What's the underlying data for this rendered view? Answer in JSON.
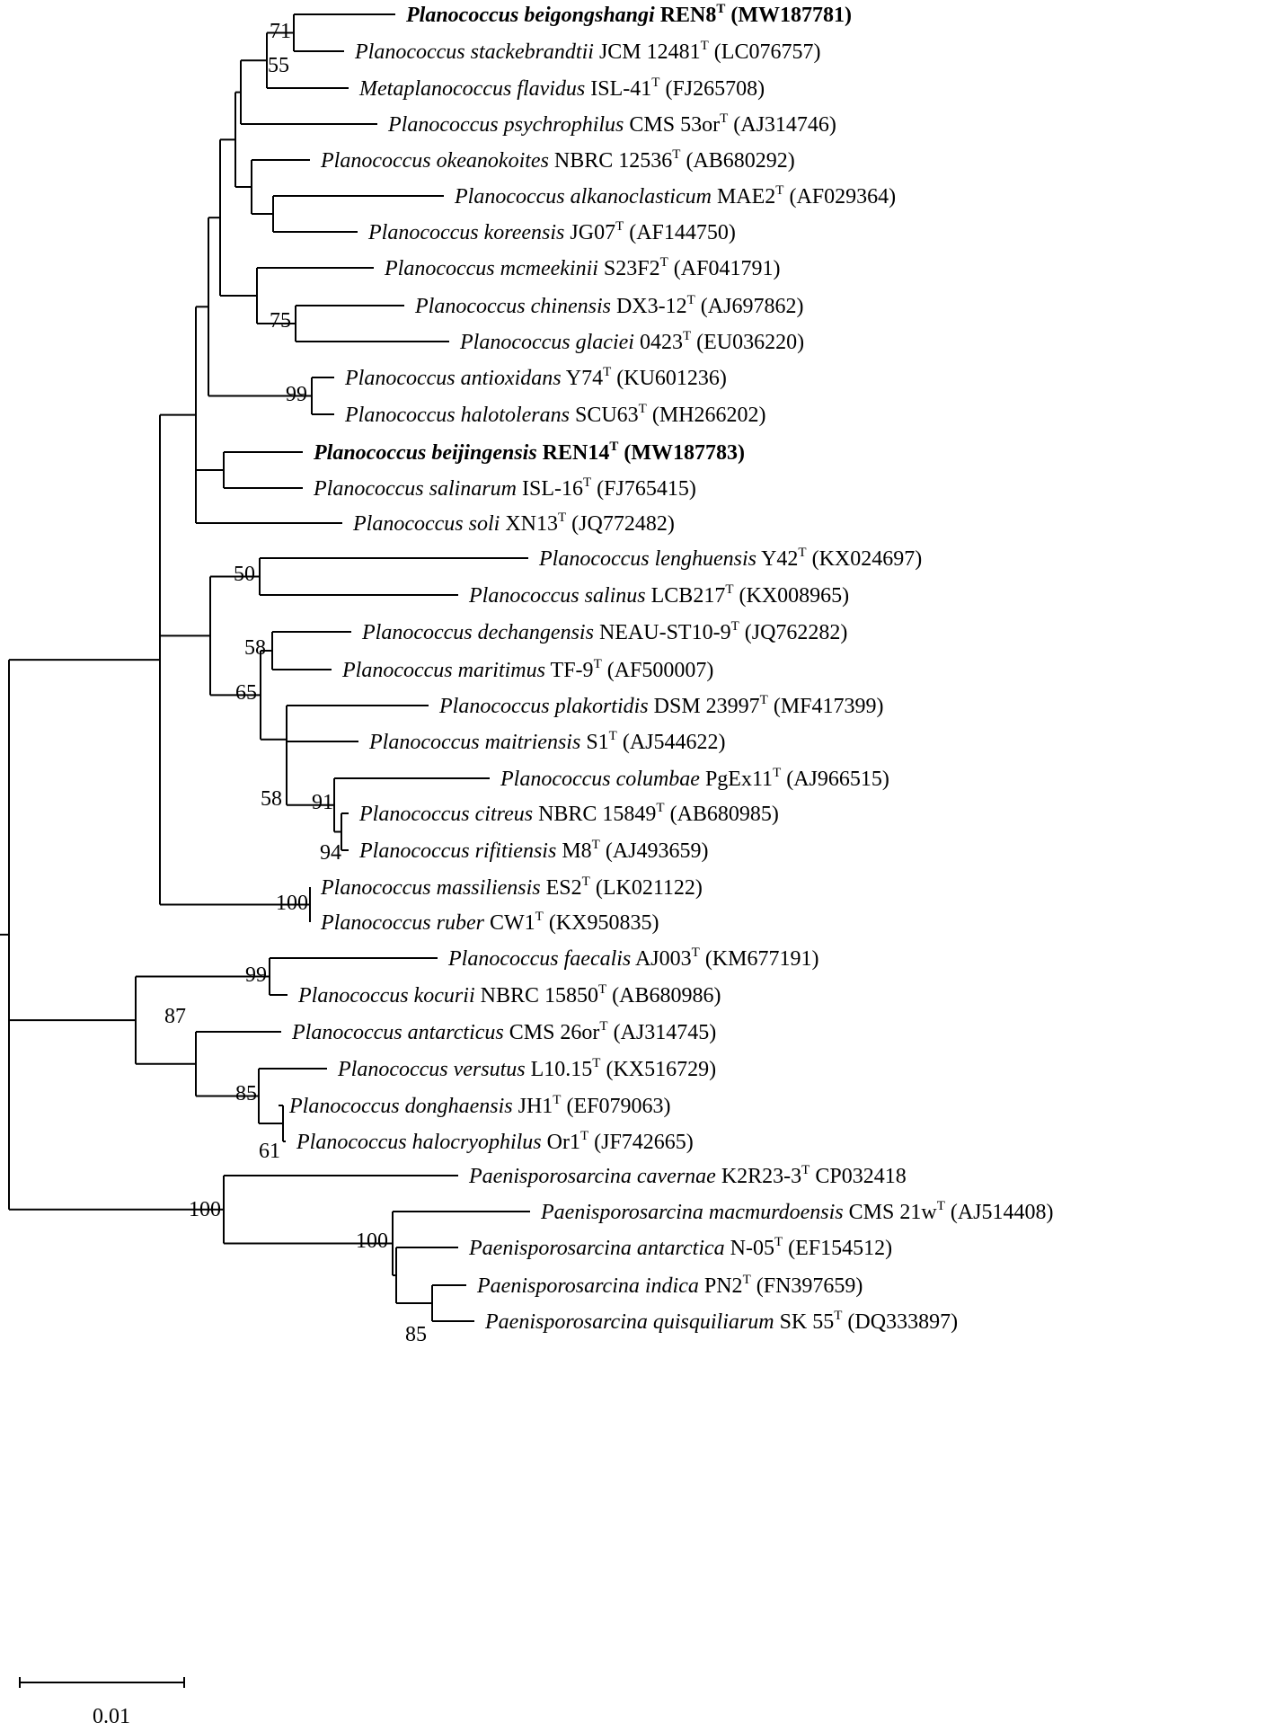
{
  "tree": {
    "name": "root",
    "children": [
      {
        "name": "planococcus-group",
        "children": [
          {
            "name": "clade-a",
            "children": [
              {
                "name": "clade-a1",
                "children": [
                  {
                    "name": "clade-a1a",
                    "children": [
                      {
                        "name": "clade-a1a1",
                        "children": [
                          {
                            "name": "clade-a1a1a",
                            "children": [
                              {
                                "name": "clade-a1a1a1",
                                "support": "55",
                                "children": [
                                  {
                                    "name": "clade-71",
                                    "support": "71",
                                    "children": [
                                      {
                                        "name": "leaf-beigongshangi",
                                        "species": "Planococcus beigongshangi",
                                        "strain": "REN8",
                                        "sup": "T",
                                        "acc": "(MW187781)",
                                        "bold": true
                                      },
                                      {
                                        "name": "leaf-stackebrandtii",
                                        "species": "Planococcus stackebrandtii",
                                        "strain": "JCM 12481",
                                        "sup": "T",
                                        "acc": "(LC076757)"
                                      }
                                    ]
                                  },
                                  {
                                    "name": "leaf-flavidus",
                                    "species": "Metaplanococcus flavidus",
                                    "strain": "ISL-41",
                                    "sup": "T",
                                    "acc": "(FJ265708)"
                                  }
                                ]
                              },
                              {
                                "name": "leaf-psychrophilus",
                                "species": "Planococcus psychrophilus",
                                "strain": "CMS 53or",
                                "sup": "T",
                                "acc": "(AJ314746)"
                              }
                            ]
                          },
                          {
                            "name": "clade-a1a1b",
                            "children": [
                              {
                                "name": "leaf-okeanokoites",
                                "species": "Planococcus okeanokoites",
                                "strain": "NBRC 12536",
                                "sup": "T",
                                "acc": "(AB680292)"
                              },
                              {
                                "name": "clade-a1a1b1",
                                "children": [
                                  {
                                    "name": "leaf-alkanoclasticum",
                                    "species": "Planococcus alkanoclasticum",
                                    "strain": "MAE2",
                                    "sup": "T",
                                    "acc": "(AF029364)"
                                  },
                                  {
                                    "name": "leaf-koreensis",
                                    "species": "Planococcus koreensis",
                                    "strain": "JG07",
                                    "sup": "T",
                                    "acc": "(AF144750)"
                                  }
                                ]
                              }
                            ]
                          }
                        ]
                      },
                      {
                        "name": "clade-a1a2",
                        "children": [
                          {
                            "name": "leaf-mcmeekinii",
                            "species": "Planococcus mcmeekinii",
                            "strain": "S23F2",
                            "sup": "T",
                            "acc": "(AF041791)"
                          },
                          {
                            "name": "clade-75",
                            "support": "75",
                            "children": [
                              {
                                "name": "leaf-chinensis",
                                "species": "Planococcus chinensis",
                                "strain": "DX3-12",
                                "sup": "T",
                                "acc": "(AJ697862)"
                              },
                              {
                                "name": "leaf-glaciei",
                                "species": "Planococcus glaciei",
                                "strain": "0423",
                                "sup": "T",
                                "acc": "(EU036220)"
                              }
                            ]
                          }
                        ]
                      }
                    ]
                  },
                  {
                    "name": "clade-99a",
                    "support": "99",
                    "children": [
                      {
                        "name": "leaf-antioxidans",
                        "species": "Planococcus antioxidans",
                        "strain": "Y74",
                        "sup": "T",
                        "acc": "(KU601236)"
                      },
                      {
                        "name": "leaf-halotolerans",
                        "species": "Planococcus halotolerans",
                        "strain": "SCU63",
                        "sup": "T",
                        "acc": "(MH266202)"
                      }
                    ]
                  }
                ]
              },
              {
                "name": "clade-a2",
                "children": [
                  {
                    "name": "leaf-beijingensis",
                    "species": "Planococcus beijingensis",
                    "strain": "REN14",
                    "sup": "T",
                    "acc": "(MW187783)",
                    "bold": true
                  },
                  {
                    "name": "leaf-salinarum",
                    "species": "Planococcus salinarum",
                    "strain": "ISL-16",
                    "sup": "T",
                    "acc": "(FJ765415)"
                  }
                ]
              },
              {
                "name": "leaf-soli",
                "species": "Planococcus soli",
                "strain": "XN13",
                "sup": "T",
                "acc": "(JQ772482)"
              }
            ]
          },
          {
            "name": "clade-b",
            "children": [
              {
                "name": "clade-50",
                "support": "50",
                "children": [
                  {
                    "name": "leaf-lenghuensis",
                    "species": "Planococcus lenghuensis",
                    "strain": "Y42",
                    "sup": "T",
                    "acc": "(KX024697)"
                  },
                  {
                    "name": "leaf-salinus",
                    "species": "Planococcus salinus",
                    "strain": "LCB217",
                    "sup": "T",
                    "acc": "(KX008965)"
                  }
                ]
              },
              {
                "name": "clade-65",
                "support": "65",
                "children": [
                  {
                    "name": "clade-58a",
                    "support": "58",
                    "children": [
                      {
                        "name": "leaf-dechangensis",
                        "species": "Planococcus dechangensis",
                        "strain": "NEAU-ST10-9",
                        "sup": "T",
                        "acc": "(JQ762282)"
                      },
                      {
                        "name": "leaf-maritimus",
                        "species": "Planococcus maritimus",
                        "strain": "TF-9",
                        "sup": "T",
                        "acc": "(AF500007)"
                      }
                    ]
                  },
                  {
                    "name": "clade-b2",
                    "children": [
                      {
                        "name": "leaf-plakortidis",
                        "species": "Planococcus plakortidis",
                        "strain": "DSM 23997",
                        "sup": "T",
                        "acc": "(MF417399)"
                      },
                      {
                        "name": "clade-58b",
                        "support": "58",
                        "children": [
                          {
                            "name": "leaf-maitriensis",
                            "species": "Planococcus maitriensis",
                            "strain": "S1",
                            "sup": "T",
                            "acc": "(AJ544622)"
                          },
                          {
                            "name": "clade-91",
                            "support": "91",
                            "children": [
                              {
                                "name": "leaf-columbae",
                                "species": "Planococcus columbae",
                                "strain": "PgEx11",
                                "sup": "T",
                                "acc": "(AJ966515)"
                              },
                              {
                                "name": "clade-94",
                                "support": "94",
                                "children": [
                                  {
                                    "name": "leaf-citreus",
                                    "species": "Planococcus citreus",
                                    "strain": "NBRC 15849",
                                    "sup": "T",
                                    "acc": "(AB680985)"
                                  },
                                  {
                                    "name": "leaf-rifitiensis",
                                    "species": "Planococcus rifitiensis",
                                    "strain": "M8",
                                    "sup": "T",
                                    "acc": "(AJ493659)"
                                  }
                                ]
                              }
                            ]
                          }
                        ]
                      }
                    ]
                  }
                ]
              }
            ]
          },
          {
            "name": "clade-100a",
            "support": "100",
            "children": [
              {
                "name": "leaf-massiliensis",
                "species": "Planococcus massiliensis",
                "strain": "ES2",
                "sup": "T",
                "acc": "(LK021122)"
              },
              {
                "name": "leaf-ruber",
                "species": "Planococcus ruber",
                "strain": "CW1",
                "sup": "T",
                "acc": "(KX950835)"
              }
            ]
          }
        ]
      },
      {
        "name": "clade-87",
        "support": "87",
        "children": [
          {
            "name": "clade-99b",
            "support": "99",
            "children": [
              {
                "name": "leaf-faecalis",
                "species": "Planococcus faecalis",
                "strain": "AJ003",
                "sup": "T",
                "acc": "(KM677191)"
              },
              {
                "name": "leaf-kocurii",
                "species": "Planococcus kocurii",
                "strain": "NBRC 15850",
                "sup": "T",
                "acc": "(AB680986)"
              }
            ]
          },
          {
            "name": "clade-87b",
            "children": [
              {
                "name": "leaf-antarcticus",
                "species": "Planococcus antarcticus",
                "strain": "CMS 26or",
                "sup": "T",
                "acc": "(AJ314745)"
              },
              {
                "name": "clade-85a",
                "support": "85",
                "children": [
                  {
                    "name": "leaf-versutus",
                    "species": "Planococcus versutus",
                    "strain": "L10.15",
                    "sup": "T",
                    "acc": "(KX516729)"
                  },
                  {
                    "name": "clade-61",
                    "support": "61",
                    "children": [
                      {
                        "name": "leaf-donghaensis",
                        "species": "Planococcus donghaensis",
                        "strain": "JH1",
                        "sup": "T",
                        "acc": "(EF079063)"
                      },
                      {
                        "name": "leaf-halocryophilus",
                        "species": "Planococcus halocryophilus",
                        "strain": "Or1",
                        "sup": "T",
                        "acc": "(JF742665)"
                      }
                    ]
                  }
                ]
              }
            ]
          }
        ]
      },
      {
        "name": "clade-100b",
        "support": "100",
        "children": [
          {
            "name": "leaf-cavernae",
            "species": "Paenisporosarcina cavernae",
            "strain": "K2R23-3",
            "sup": "T",
            "acc": "CP032418"
          },
          {
            "name": "clade-100c",
            "support": "100",
            "children": [
              {
                "name": "leaf-macmurdoensis",
                "species": "Paenisporosarcina macmurdoensis",
                "strain": "CMS 21w",
                "sup": "T",
                "acc": "(AJ514408)"
              },
              {
                "name": "clade-100c2",
                "children": [
                  {
                    "name": "leaf-antarctica",
                    "species": "Paenisporosarcina antarctica",
                    "strain": "N-05",
                    "sup": "T",
                    "acc": "(EF154512)"
                  },
                  {
                    "name": "clade-85b",
                    "support": "85",
                    "children": [
                      {
                        "name": "leaf-indica",
                        "species": "Paenisporosarcina indica",
                        "strain": "PN2",
                        "sup": "T",
                        "acc": "(FN397659)"
                      },
                      {
                        "name": "leaf-quisquiliarum",
                        "species": "Paenisporosarcina quisquiliarum",
                        "strain": "SK 55",
                        "sup": "T",
                        "acc": "(DQ333897)"
                      }
                    ]
                  }
                ]
              }
            ]
          }
        ]
      }
    ]
  },
  "scale_bar": {
    "label": "0.01"
  }
}
